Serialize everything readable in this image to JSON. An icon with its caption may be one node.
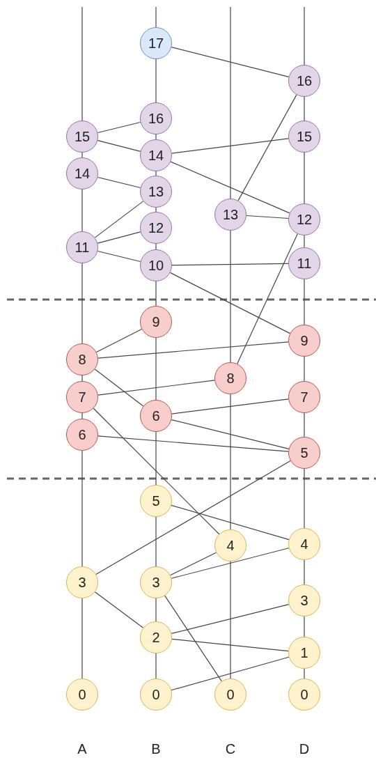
{
  "diagram": {
    "nodes": [
      {
        "text": [
          "17"
        ]
      },
      {
        "text": [
          "16"
        ]
      },
      {
        "text": [
          "16"
        ]
      },
      {
        "text": [
          "15"
        ]
      },
      {
        "text": [
          "15"
        ]
      },
      {
        "text": [
          "14"
        ]
      },
      {
        "text": [
          "14"
        ]
      },
      {
        "text": [
          "13"
        ]
      },
      {
        "text": [
          "13"
        ]
      },
      {
        "text": [
          "12"
        ]
      },
      {
        "text": [
          "12"
        ]
      },
      {
        "text": [
          "11"
        ]
      },
      {
        "text": [
          "11"
        ]
      },
      {
        "text": [
          "10"
        ]
      },
      {
        "text": [
          "9"
        ]
      },
      {
        "text": [
          "9"
        ]
      },
      {
        "text": [
          "8"
        ]
      },
      {
        "text": [
          "8"
        ]
      },
      {
        "text": [
          "7"
        ]
      },
      {
        "text": [
          "7"
        ]
      },
      {
        "text": [
          "6"
        ]
      },
      {
        "text": [
          "6"
        ]
      },
      {
        "text": [
          "5"
        ]
      },
      {
        "text": [
          "5"
        ]
      },
      {
        "text": [
          "4"
        ]
      },
      {
        "text": [
          "4"
        ]
      },
      {
        "text": [
          "3"
        ]
      },
      {
        "text": [
          "3"
        ]
      },
      {
        "text": [
          "3"
        ]
      },
      {
        "text": [
          "2"
        ]
      },
      {
        "text": [
          "1"
        ]
      },
      {
        "text": [
          "0"
        ]
      },
      {
        "text": [
          "0"
        ]
      },
      {
        "text": [
          "0"
        ]
      },
      {
        "text": [
          "0"
        ]
      }
    ],
    "edges": [
      {
        "from": 0,
        "to": 1,
        "arrow": "none"
      },
      {
        "from": 2,
        "to": 3,
        "arrow": "none"
      },
      {
        "from": 3,
        "to": 5,
        "arrow": "none"
      },
      {
        "from": 5,
        "to": 4,
        "arrow": "none"
      },
      {
        "from": 5,
        "to": 9,
        "arrow": "none"
      },
      {
        "from": 6,
        "to": 7,
        "arrow": "none"
      },
      {
        "from": 7,
        "to": 11,
        "arrow": "none"
      },
      {
        "from": 10,
        "to": 11,
        "arrow": "none"
      },
      {
        "from": 11,
        "to": 13,
        "arrow": "none"
      },
      {
        "from": 13,
        "to": 12,
        "arrow": "none"
      },
      {
        "from": 13,
        "to": 15,
        "arrow": "none"
      },
      {
        "from": 8,
        "to": 9,
        "arrow": "none"
      },
      {
        "from": 1,
        "to": 8,
        "arrow": "none"
      },
      {
        "from": 9,
        "to": 17,
        "arrow": "none"
      },
      {
        "from": 14,
        "to": 16,
        "arrow": "none"
      },
      {
        "from": 16,
        "to": 15,
        "arrow": "none"
      },
      {
        "from": 16,
        "to": 20,
        "arrow": "none"
      },
      {
        "from": 18,
        "to": 17,
        "arrow": "none"
      },
      {
        "from": 18,
        "to": 24,
        "arrow": "none"
      },
      {
        "from": 20,
        "to": 19,
        "arrow": "none"
      },
      {
        "from": 20,
        "to": 22,
        "arrow": "none"
      },
      {
        "from": 21,
        "to": 22,
        "arrow": "none"
      },
      {
        "from": 22,
        "to": 26,
        "arrow": "none"
      },
      {
        "from": 23,
        "to": 25,
        "arrow": "none"
      },
      {
        "from": 27,
        "to": 24,
        "arrow": "none"
      },
      {
        "from": 27,
        "to": 25,
        "arrow": "none"
      },
      {
        "from": 26,
        "to": 29,
        "arrow": "none"
      },
      {
        "from": 29,
        "to": 28,
        "arrow": "none"
      },
      {
        "from": 29,
        "to": 30,
        "arrow": "none"
      },
      {
        "from": 27,
        "to": 33,
        "arrow": "none"
      },
      {
        "from": 32,
        "to": 30,
        "arrow": "none"
      },
      {
        "from": null,
        "to": 3,
        "arrow": "none"
      },
      {
        "from": 3,
        "to": 6,
        "arrow": "none"
      },
      {
        "from": 6,
        "to": 11,
        "arrow": "none"
      },
      {
        "from": 11,
        "to": 16,
        "arrow": "none"
      },
      {
        "from": 16,
        "to": 18,
        "arrow": "none"
      },
      {
        "from": 18,
        "to": 21,
        "arrow": "none"
      },
      {
        "from": 21,
        "to": 26,
        "arrow": "none"
      },
      {
        "from": 26,
        "to": 31,
        "arrow": "none"
      },
      {
        "from": null,
        "to": 0,
        "arrow": "none"
      },
      {
        "from": 0,
        "to": 2,
        "arrow": "none"
      },
      {
        "from": 2,
        "to": 5,
        "arrow": "none"
      },
      {
        "from": 5,
        "to": 7,
        "arrow": "none"
      },
      {
        "from": 7,
        "to": 10,
        "arrow": "none"
      },
      {
        "from": 10,
        "to": 13,
        "arrow": "none"
      },
      {
        "from": 13,
        "to": 14,
        "arrow": "none"
      },
      {
        "from": 14,
        "to": 20,
        "arrow": "none"
      },
      {
        "from": 20,
        "to": 23,
        "arrow": "none"
      },
      {
        "from": 23,
        "to": 27,
        "arrow": "none"
      },
      {
        "from": 27,
        "to": 29,
        "arrow": "none"
      },
      {
        "from": 29,
        "to": 32,
        "arrow": "none"
      },
      {
        "from": null,
        "to": 8,
        "arrow": "none"
      },
      {
        "from": 8,
        "to": 17,
        "arrow": "none"
      },
      {
        "from": 17,
        "to": 24,
        "arrow": "none"
      },
      {
        "from": 24,
        "to": 33,
        "arrow": "none"
      },
      {
        "from": null,
        "to": 1,
        "arrow": "none"
      },
      {
        "from": 1,
        "to": 4,
        "arrow": "none"
      },
      {
        "from": 4,
        "to": 9,
        "arrow": "none"
      },
      {
        "from": 9,
        "to": 12,
        "arrow": "none"
      },
      {
        "from": 12,
        "to": 15,
        "arrow": "none"
      },
      {
        "from": 15,
        "to": 19,
        "arrow": "none"
      },
      {
        "from": 19,
        "to": 22,
        "arrow": "none"
      },
      {
        "from": 22,
        "to": 25,
        "arrow": "none"
      },
      {
        "from": 25,
        "to": 28,
        "arrow": "none"
      },
      {
        "from": 28,
        "to": 30,
        "arrow": "none"
      },
      {
        "from": 30,
        "to": 34,
        "arrow": "none"
      }
    ],
    "labels": [
      "A",
      "B",
      "C",
      "D"
    ]
  }
}
